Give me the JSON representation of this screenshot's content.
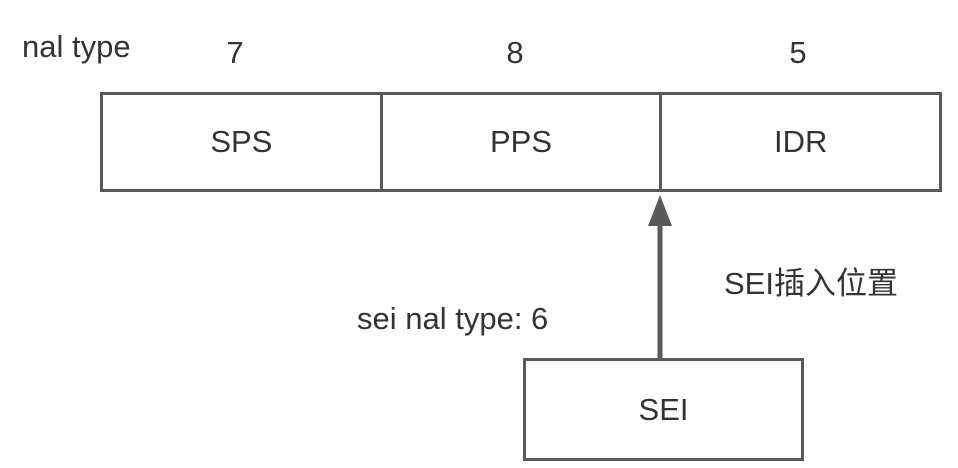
{
  "header": {
    "nal_type_label": "nal type"
  },
  "nal_units": [
    {
      "type_number": "7",
      "name": "SPS"
    },
    {
      "type_number": "8",
      "name": "PPS"
    },
    {
      "type_number": "5",
      "name": "IDR"
    }
  ],
  "sei": {
    "box_label": "SEI",
    "type_label": "sei nal type: 6",
    "insert_position_label": "SEI插入位置"
  },
  "colors": {
    "stroke": "#595959",
    "text": "#333333",
    "background": "#ffffff"
  }
}
